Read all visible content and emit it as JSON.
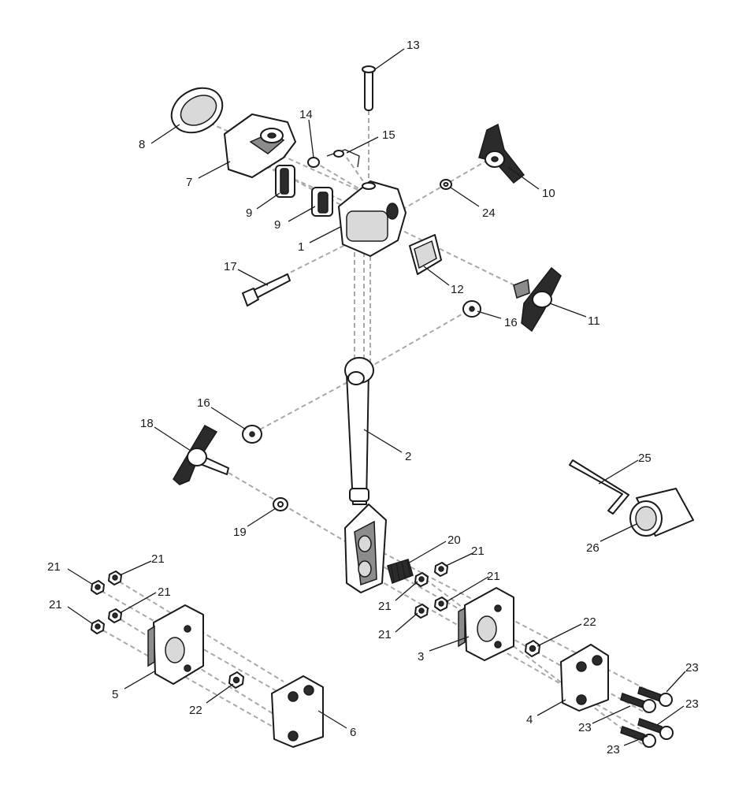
{
  "callouts": [
    {
      "id": "c13",
      "text": "13"
    },
    {
      "id": "c14",
      "text": "14"
    },
    {
      "id": "c15",
      "text": "15"
    },
    {
      "id": "c8",
      "text": "8"
    },
    {
      "id": "c7",
      "text": "7"
    },
    {
      "id": "c9a",
      "text": "9"
    },
    {
      "id": "c9b",
      "text": "9"
    },
    {
      "id": "c1",
      "text": "1"
    },
    {
      "id": "c10",
      "text": "10"
    },
    {
      "id": "c24",
      "text": "24"
    },
    {
      "id": "c17",
      "text": "17"
    },
    {
      "id": "c12",
      "text": "12"
    },
    {
      "id": "c11",
      "text": "11"
    },
    {
      "id": "c16a",
      "text": "16"
    },
    {
      "id": "c16b",
      "text": "16"
    },
    {
      "id": "c18",
      "text": "18"
    },
    {
      "id": "c2",
      "text": "2"
    },
    {
      "id": "c25",
      "text": "25"
    },
    {
      "id": "c19",
      "text": "19"
    },
    {
      "id": "c26",
      "text": "26"
    },
    {
      "id": "c20",
      "text": "20"
    },
    {
      "id": "c21a",
      "text": "21"
    },
    {
      "id": "c21b",
      "text": "21"
    },
    {
      "id": "c21c",
      "text": "21"
    },
    {
      "id": "c21d",
      "text": "21"
    },
    {
      "id": "c21e",
      "text": "21"
    },
    {
      "id": "c21f",
      "text": "21"
    },
    {
      "id": "c21g",
      "text": "21"
    },
    {
      "id": "c21h",
      "text": "21"
    },
    {
      "id": "c22a",
      "text": "22"
    },
    {
      "id": "c22b",
      "text": "22"
    },
    {
      "id": "c3",
      "text": "3"
    },
    {
      "id": "c5",
      "text": "5"
    },
    {
      "id": "c6",
      "text": "6"
    },
    {
      "id": "c4",
      "text": "4"
    },
    {
      "id": "c23a",
      "text": "23"
    },
    {
      "id": "c23b",
      "text": "23"
    },
    {
      "id": "c23c",
      "text": "23"
    },
    {
      "id": "c23d",
      "text": "23"
    }
  ]
}
